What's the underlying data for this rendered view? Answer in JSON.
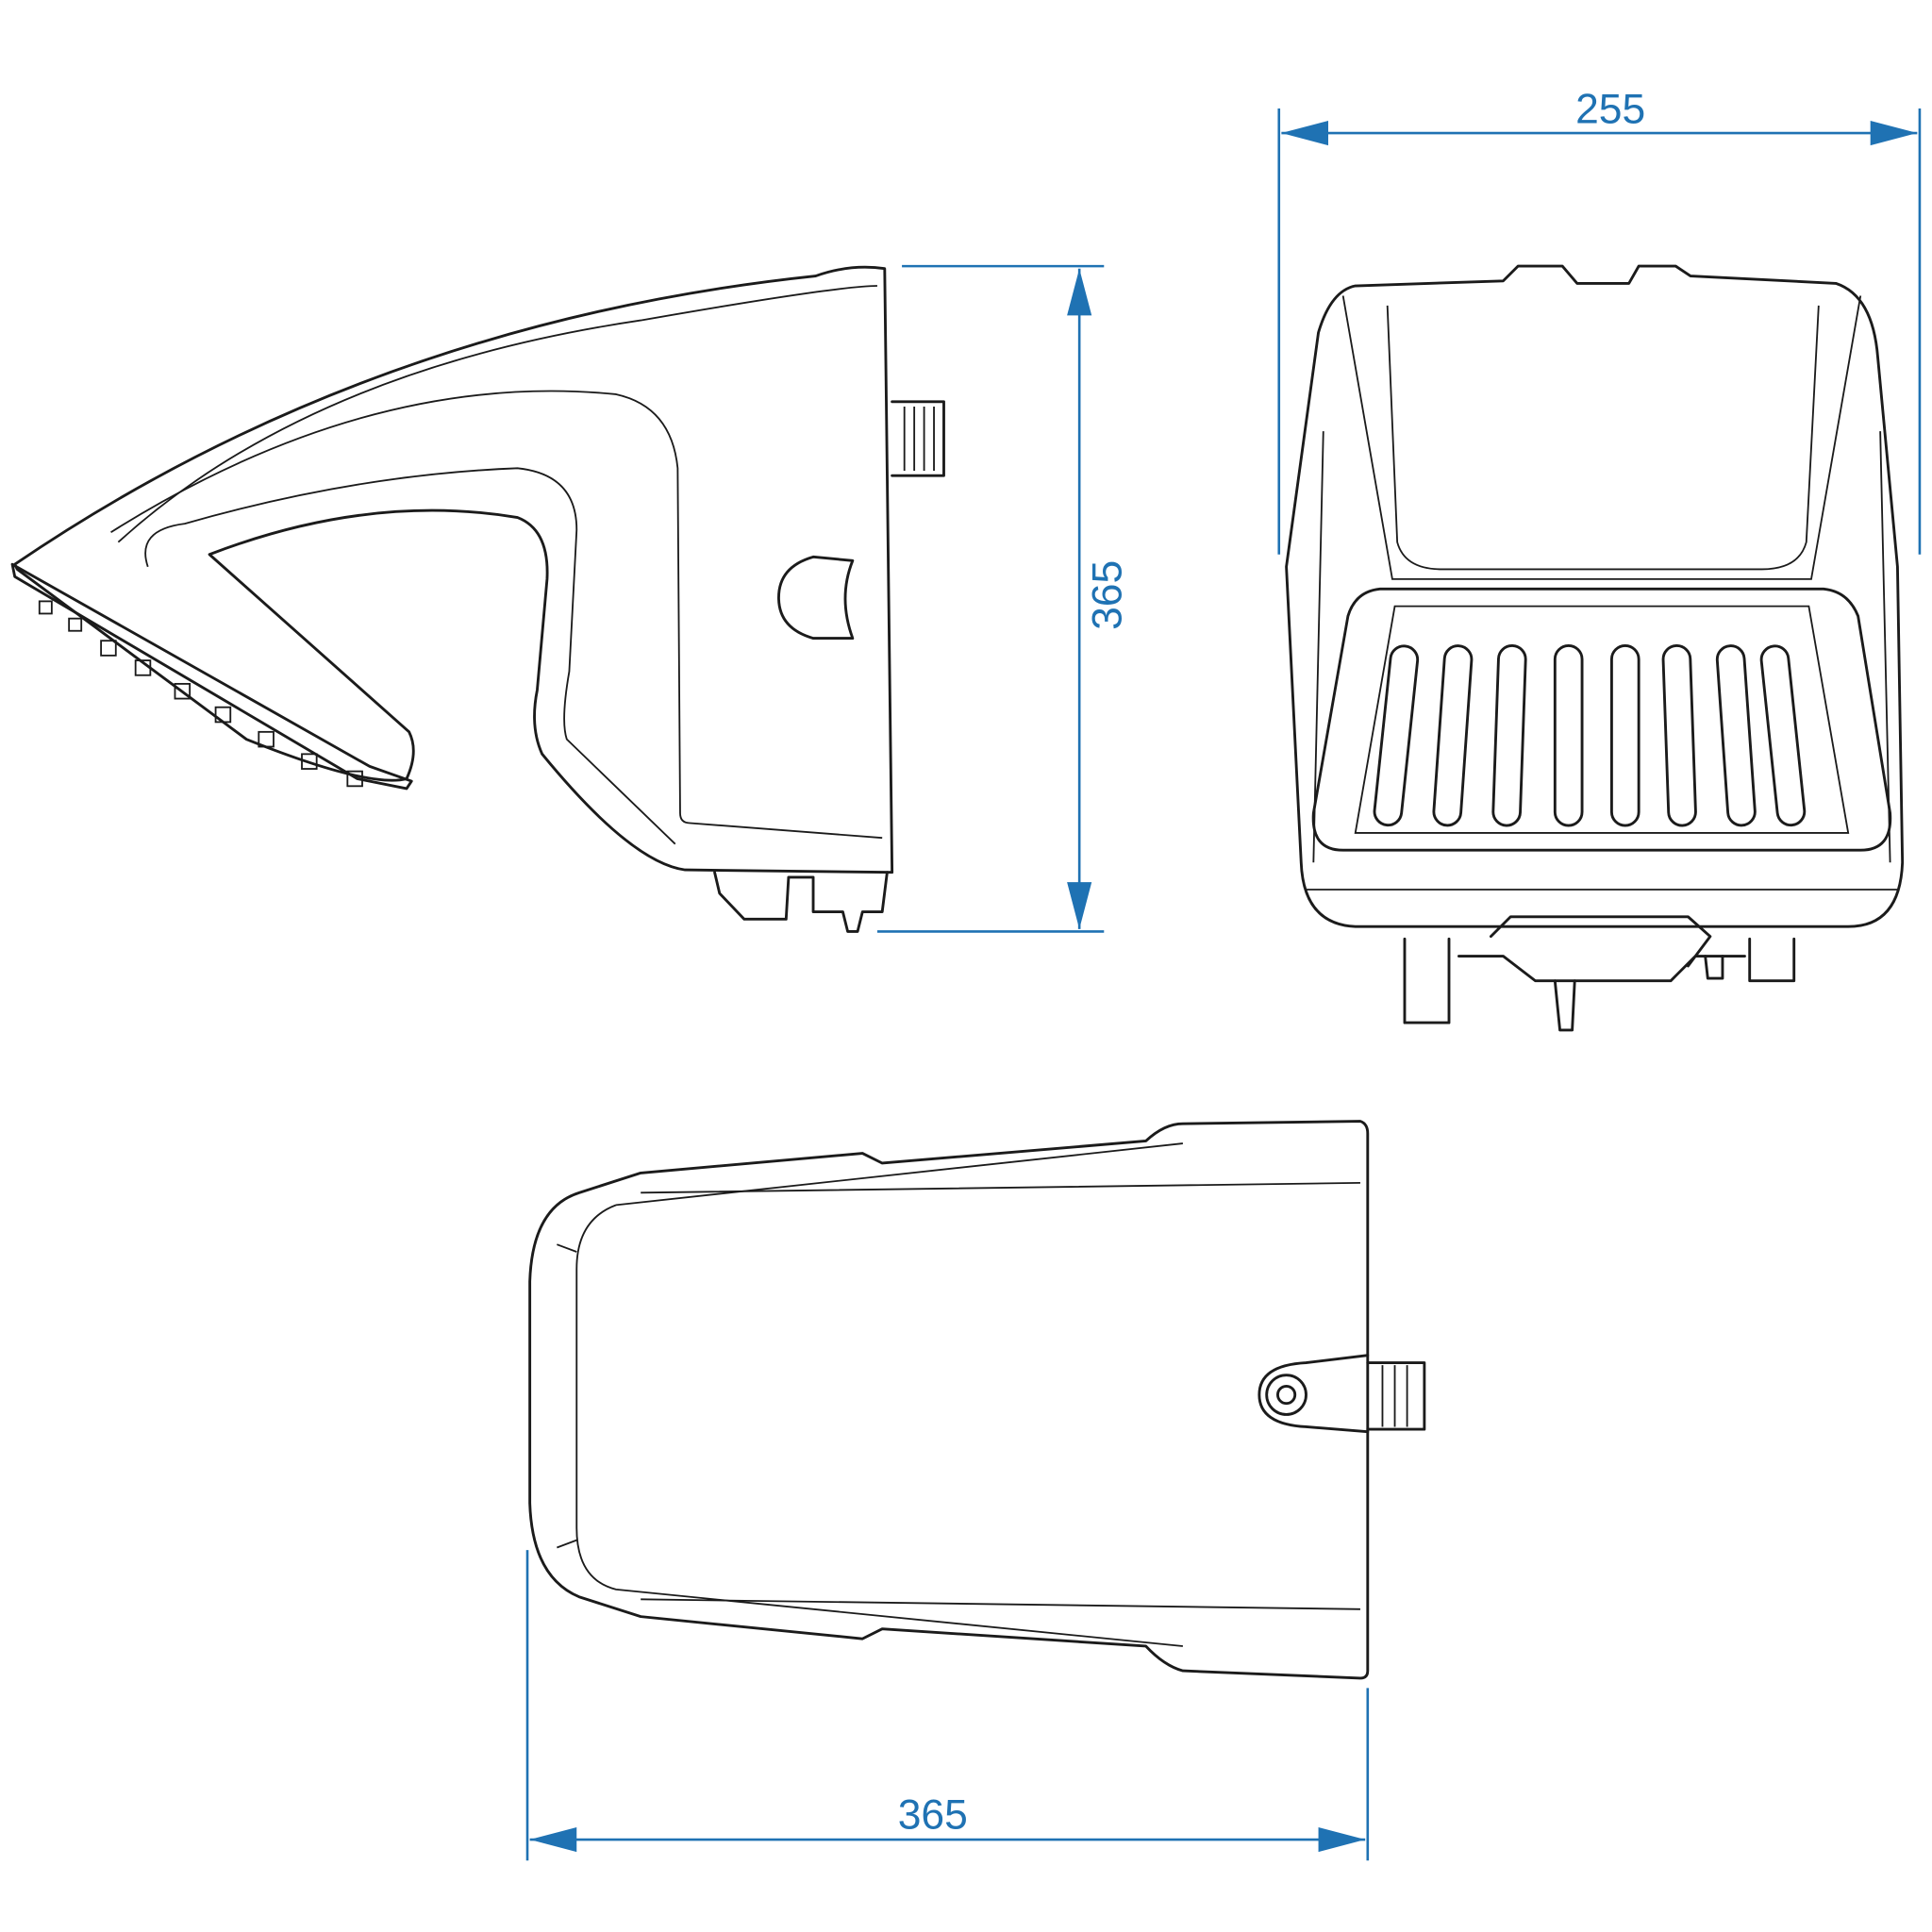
{
  "dimensions": {
    "front_width": "255",
    "side_height": "365",
    "bottom_length": "365"
  },
  "colors": {
    "dimension": "#1f72b3",
    "outline": "#1b1b1b",
    "background": "#ffffff"
  },
  "views": [
    "side-view",
    "front-view",
    "bottom-view"
  ]
}
